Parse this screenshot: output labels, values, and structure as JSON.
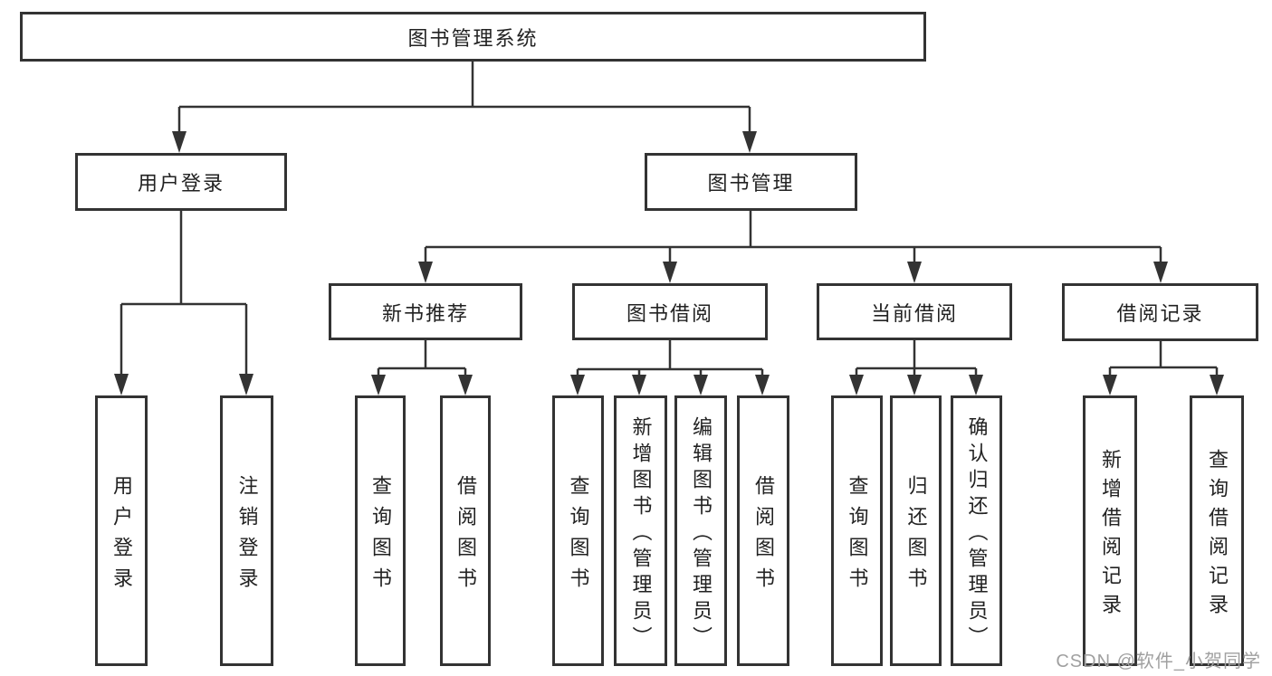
{
  "diagram": {
    "tree": {
      "label": "图书管理系统",
      "children": [
        {
          "label": "用户登录",
          "children": [
            {
              "label": "用户登录"
            },
            {
              "label": "注销登录"
            }
          ]
        },
        {
          "label": "图书管理",
          "children": [
            {
              "label": "新书推荐",
              "children": [
                {
                  "label": "查询图书"
                },
                {
                  "label": "借阅图书"
                }
              ]
            },
            {
              "label": "图书借阅",
              "children": [
                {
                  "label": "查询图书"
                },
                {
                  "label": "新增图书（管理员）"
                },
                {
                  "label": "编辑图书（管理员）"
                },
                {
                  "label": "借阅图书"
                }
              ]
            },
            {
              "label": "当前借阅",
              "children": [
                {
                  "label": "查询图书"
                },
                {
                  "label": "归还图书"
                },
                {
                  "label": "确认归还（管理员）"
                }
              ]
            },
            {
              "label": "借阅记录",
              "children": [
                {
                  "label": "新增借阅记录"
                },
                {
                  "label": "查询借阅记录"
                }
              ]
            }
          ]
        }
      ]
    }
  },
  "watermark": {
    "text": "CSDN @软件_小贺同学"
  },
  "colors": {
    "line": "#333333",
    "box_border": "#333333",
    "box_fill": "#ffffff",
    "text": "#222222",
    "watermark": "#a0a0a0",
    "background": "#ffffff"
  }
}
